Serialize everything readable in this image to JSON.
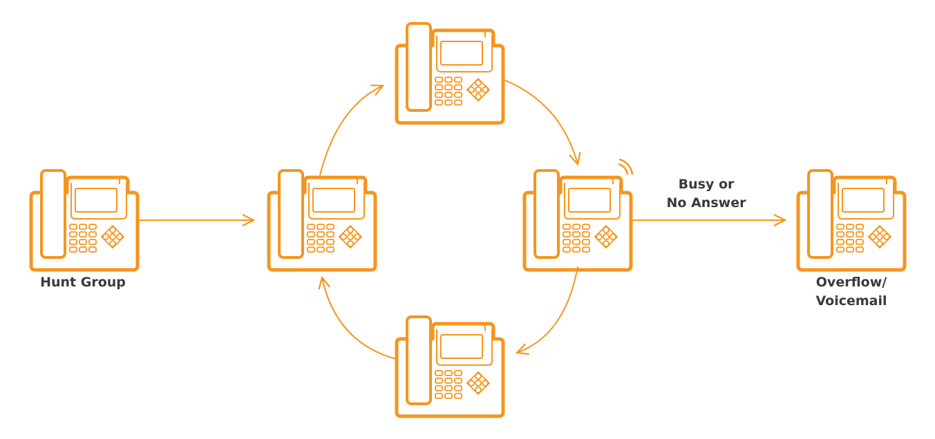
{
  "colors": {
    "accent": "#F7941D",
    "text": "#3A3A3A"
  },
  "labels": {
    "hunt_group": "Hunt Group",
    "busy_line1": "Busy or",
    "busy_line2": "No Answer",
    "overflow_line1": "Overflow/",
    "overflow_line2": "Voicemail"
  },
  "icons": {
    "phone": "desk-phone-icon",
    "ringing": "ringing-waves-icon",
    "arrow": "arrow-icon"
  }
}
